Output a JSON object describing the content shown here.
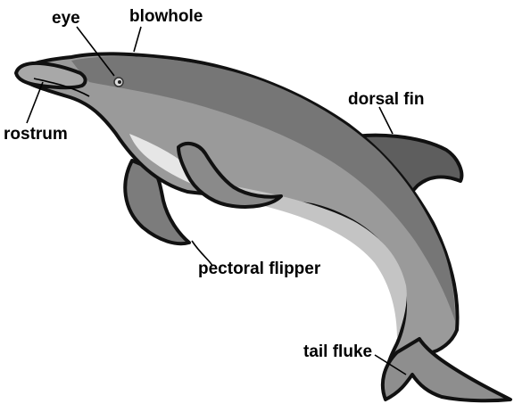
{
  "diagram": {
    "subject": "dolphin",
    "labels": {
      "eye": "eye",
      "blowhole": "blowhole",
      "dorsal_fin": "dorsal fin",
      "rostrum": "rostrum",
      "pectoral_flipper": "pectoral flipper",
      "tail_fluke": "tail fluke"
    },
    "colors": {
      "outline": "#111111",
      "body_dark": "#6f6f6f",
      "body_mid": "#9a9a9a",
      "body_light": "#c8c8c8",
      "belly_highlight": "#e6e6e6"
    }
  }
}
